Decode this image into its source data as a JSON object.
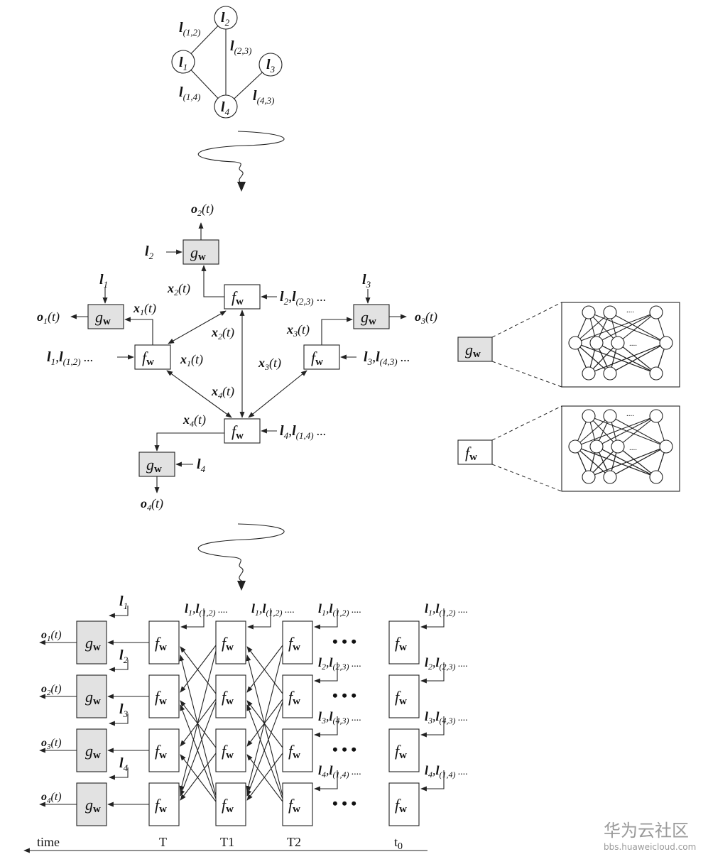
{
  "graph": {
    "nodes": [
      "l1",
      "l2",
      "l3",
      "l4"
    ],
    "edges": [
      "l(1,2)",
      "l(2,3)",
      "l(1,4)",
      "l(4,3)"
    ]
  },
  "encoding_network": {
    "outputs": [
      "o1(t)",
      "o2(t)",
      "o3(t)",
      "o4(t)"
    ],
    "states": [
      "x1(t)",
      "x2(t)",
      "x3(t)",
      "x4(t)"
    ],
    "transition_inputs": [
      "l1,l(1,2) ...",
      "l2,l(2,3) ...",
      "l3,l(4,3) ...",
      "l4,l(1,4) ..."
    ],
    "output_function": "gw",
    "transition_function": "fw"
  },
  "neural_modules": {
    "ellipsis": "....",
    "functions": [
      "gw",
      "fw"
    ]
  },
  "unfolded": {
    "time_steps": [
      "T",
      "T1",
      "T2",
      "t0"
    ],
    "time_axis_label": "time",
    "ellipsis": "• • •"
  },
  "watermark": {
    "title": "华为云社区",
    "url": "bbs.huaweicloud.com"
  }
}
